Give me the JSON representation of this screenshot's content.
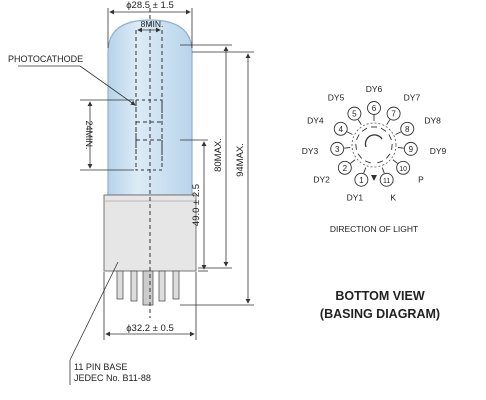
{
  "tube": {
    "top_dim": "ϕ28.5 ± 1.5",
    "photocathode_dim": "8MIN.",
    "photocathode_label": "PHOTOCATHODE",
    "cathode_height_dim": "24MIN.",
    "seat_dim": "49.0 ± 2.5",
    "max_dim_80": "80MAX.",
    "max_dim_94": "94MAX.",
    "base_dim": "ϕ32.2 ± 0.5",
    "base_label_line1": "11 PIN BASE",
    "base_label_line2": "JEDEC No. B11-88",
    "colors": {
      "glass": "#cfe3f3",
      "glass_edge": "#9ec3de",
      "base": "#e3e3e3",
      "pins": "#b8b8b8"
    }
  },
  "basing": {
    "pins": [
      {
        "num": "1",
        "name": "DY1"
      },
      {
        "num": "2",
        "name": "DY2"
      },
      {
        "num": "3",
        "name": "DY3"
      },
      {
        "num": "4",
        "name": "DY4"
      },
      {
        "num": "5",
        "name": "DY5"
      },
      {
        "num": "6",
        "name": "DY6"
      },
      {
        "num": "7",
        "name": "DY7"
      },
      {
        "num": "8",
        "name": "DY8"
      },
      {
        "num": "9",
        "name": "DY9"
      },
      {
        "num": "10",
        "name": "P"
      },
      {
        "num": "11",
        "name": "K"
      }
    ],
    "direction_label": "DIRECTION OF LIGHT",
    "title_line1": "BOTTOM VIEW",
    "title_line2": "(BASING DIAGRAM)"
  }
}
